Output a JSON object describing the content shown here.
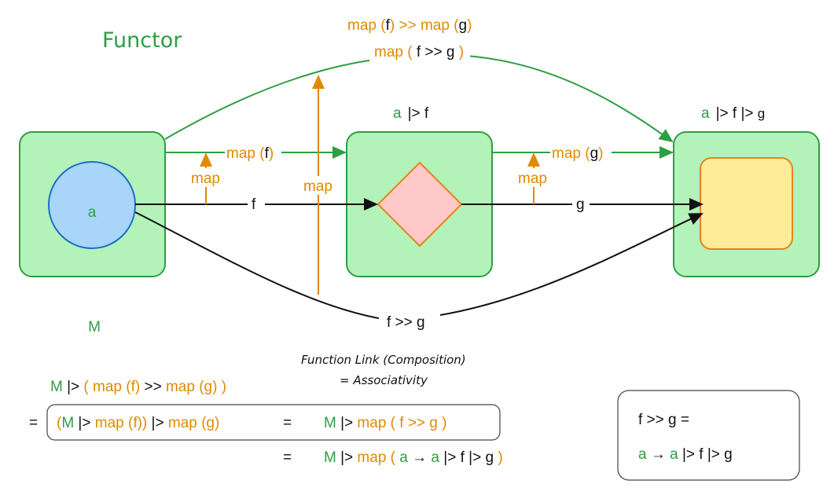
{
  "title": "Functor",
  "colors": {
    "green": "#2e9e44",
    "orange": "#e08a00",
    "black": "#111111",
    "box_fill": "#b3f2b9",
    "circle_fill": "#a9d5fb",
    "diamond_fill": "#ffc9c9",
    "square_fill": "#ffec99"
  },
  "nodes": {
    "a": "a",
    "M": "M",
    "mid_header": {
      "a": "a",
      "rest": "|>  f"
    },
    "right_header": {
      "a": "a",
      "rest": "|>  f  |> ",
      "g": "g"
    }
  },
  "labels": {
    "top1": {
      "map1": "map",
      "p1": " (",
      "f": "f",
      "p2": ") >> ",
      "map2": "map",
      "p3": " (",
      "g": "g",
      "p4": ")"
    },
    "top2": {
      "map": "map",
      "p1": " ( ",
      "f": "f >> g",
      "p2": " )"
    },
    "map_f": {
      "map": "map",
      "p1": " (",
      "f": "f",
      "p2": ")"
    },
    "map_g": {
      "map": "map",
      "p1": " (",
      "g": "g",
      "p2": ")"
    },
    "map_small_1": "map",
    "map_tall": "map",
    "map_small_2": "map",
    "f": "f",
    "g": "g",
    "fg": "f >> g"
  },
  "caption": {
    "line1": "Function Link (Composition)",
    "line2": "=  Associativity"
  },
  "equations": {
    "row1": {
      "M": "M",
      "op": "  |> ",
      "lp": "( ",
      "map1": "map",
      "f": " (f)",
      "cmp": " >> ",
      "map2": "map",
      "g": " (g)",
      "rp": "  )"
    },
    "row2": {
      "eq": "=",
      "lp": "(",
      "M": "M",
      "op1": " |> ",
      "map1": "map",
      "f": " (f))",
      "op2": " |> ",
      "map2": "map",
      "g": " (g)",
      "eq2": "=",
      "M2": "M",
      "op3": "  |> ",
      "map3": "map",
      "fg": " (  f >> g  )"
    },
    "row3": {
      "eq": "=",
      "M": "M",
      "op": "  |> ",
      "map": "map",
      "lp": " ( ",
      "a": "a",
      "arrow": "  →  ",
      "a2": "a",
      "rest": "  |>  f  |>  g ",
      "rp": ")"
    }
  },
  "side_box": {
    "line1": "f >> g   =",
    "a": "a",
    "arrow": "  →  ",
    "a2": "a",
    "rest": "  |>  f  |>  g"
  }
}
